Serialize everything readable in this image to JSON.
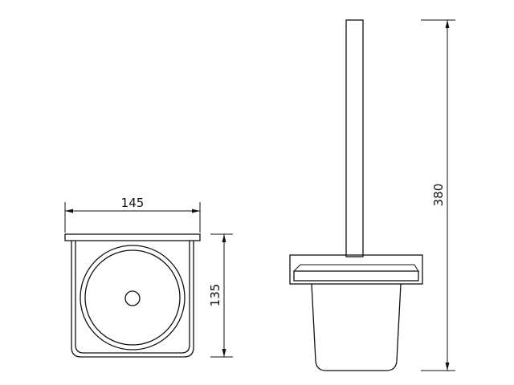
{
  "dimensions": {
    "width": "145",
    "depth": "135",
    "height": "380"
  }
}
